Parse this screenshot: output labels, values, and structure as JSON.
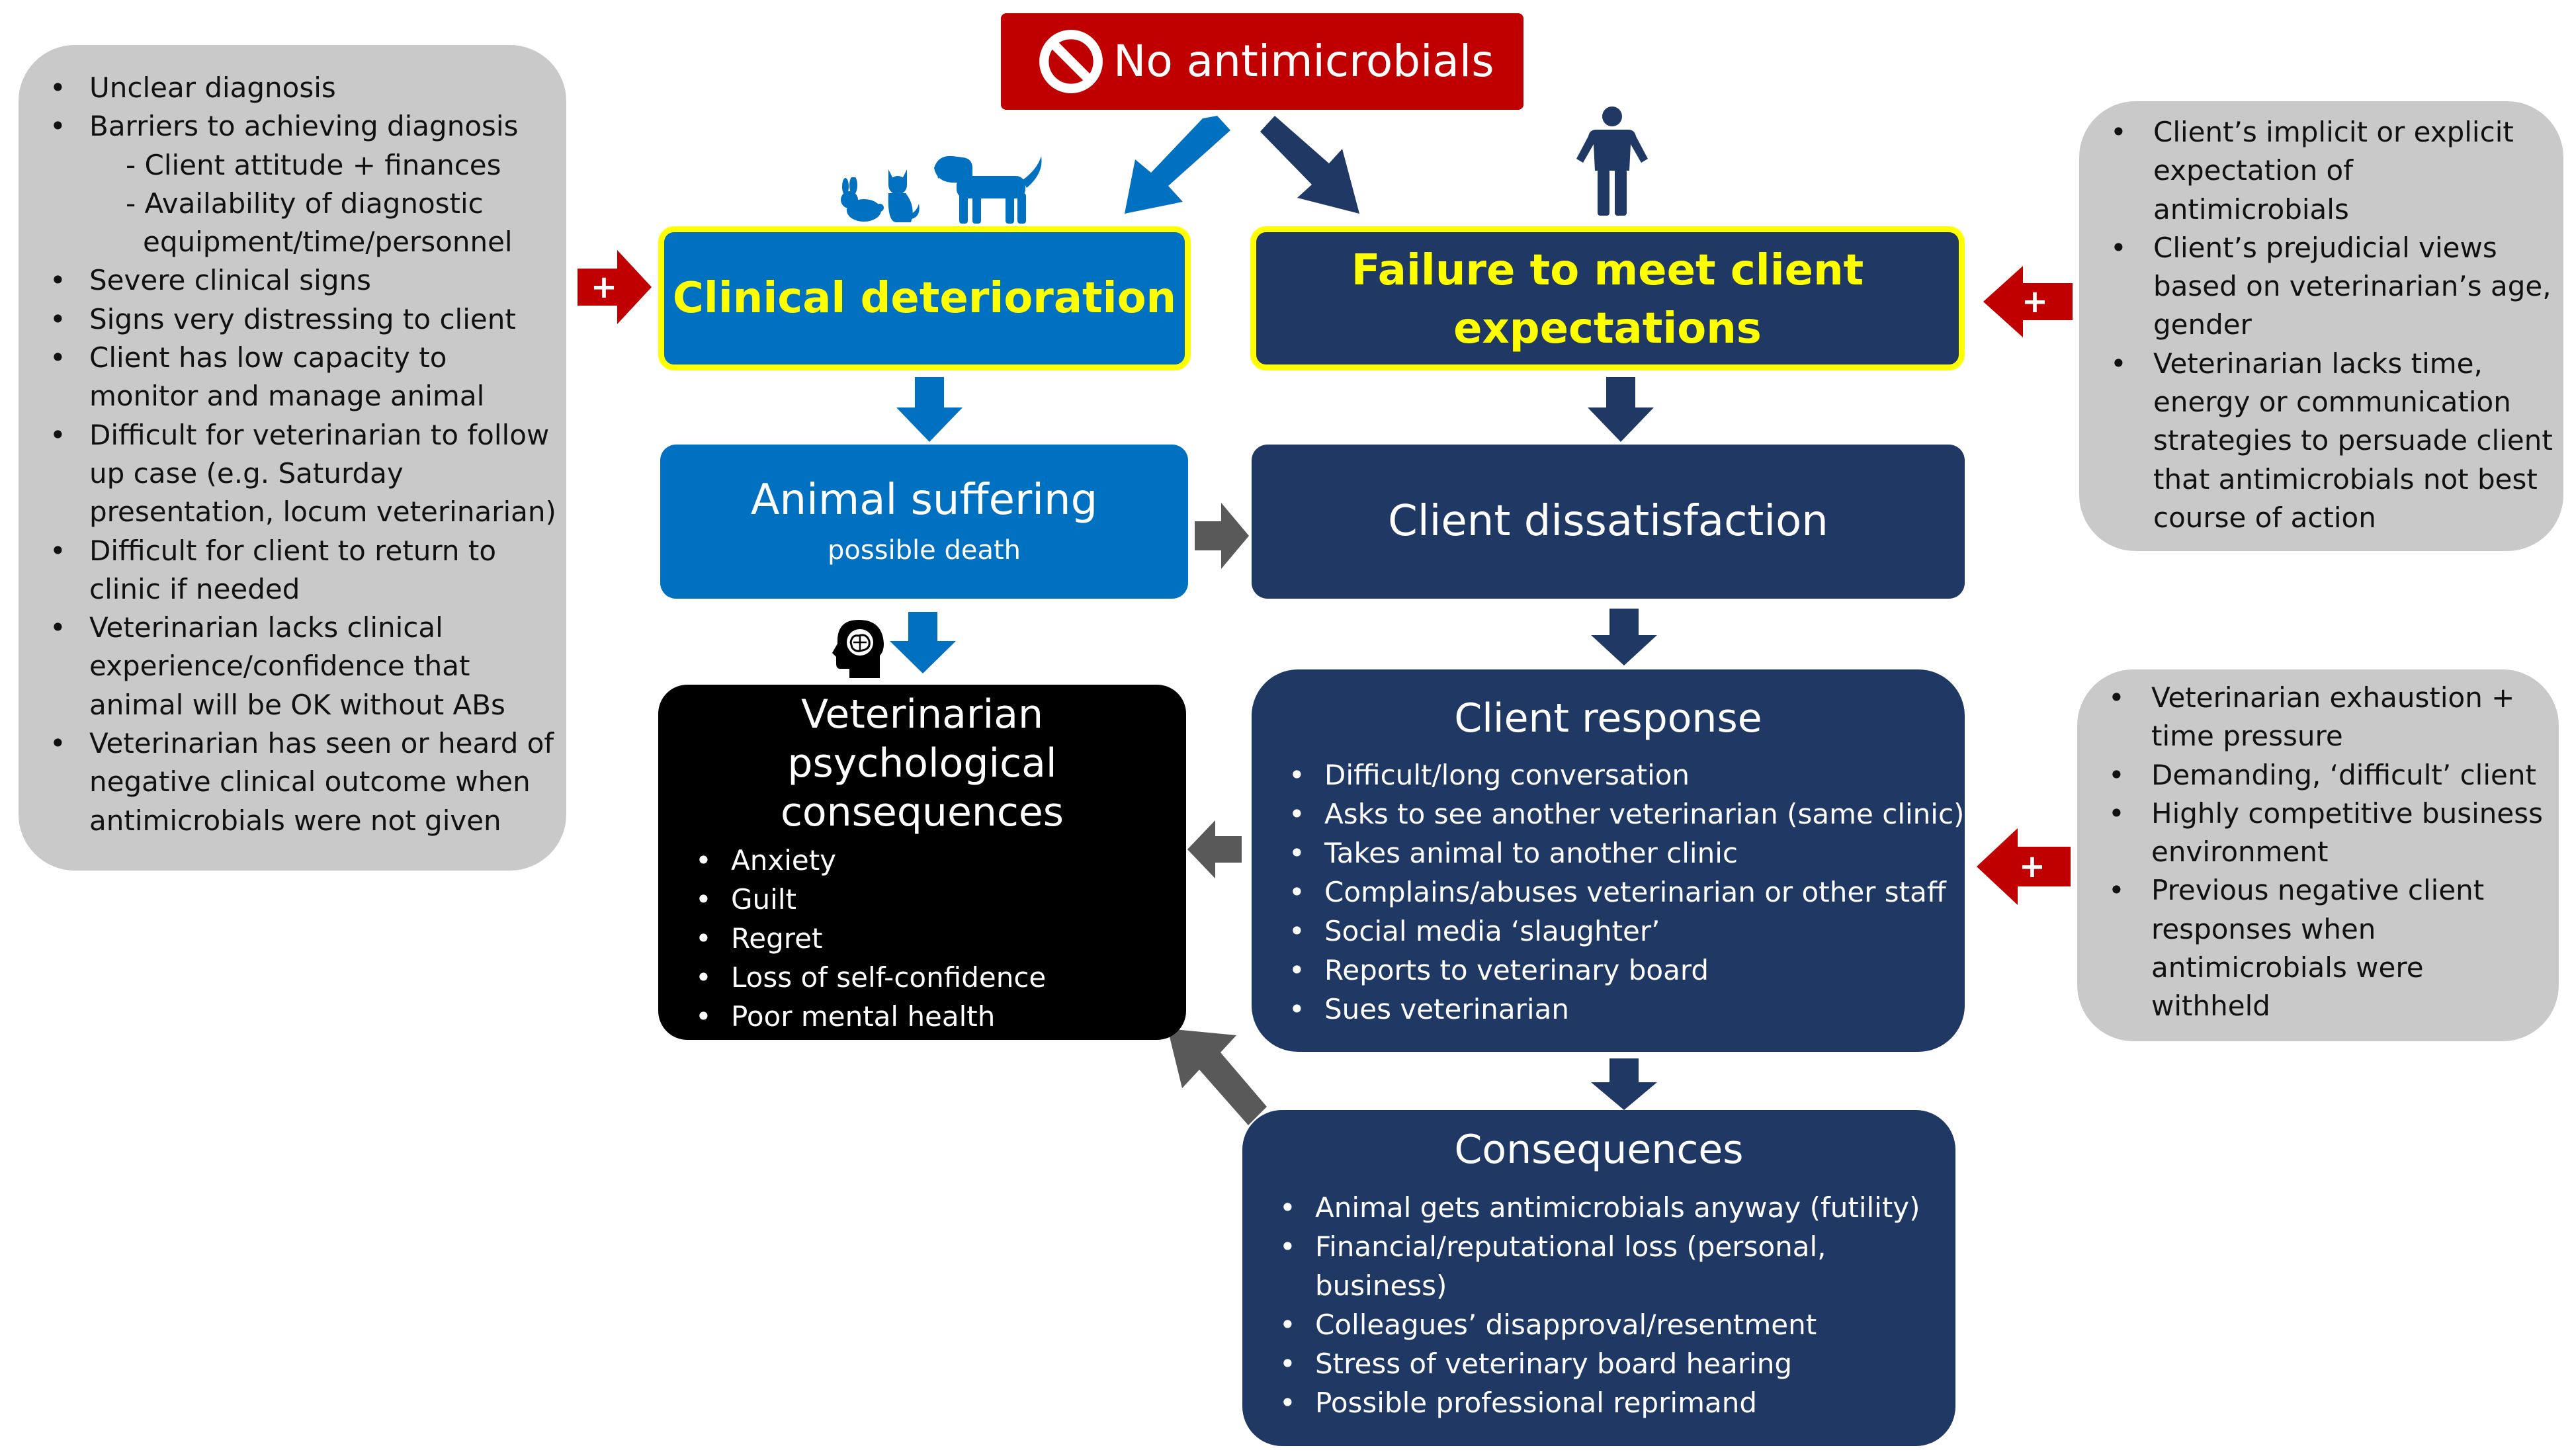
{
  "top": {
    "label": "No antimicrobials"
  },
  "clinical_deterioration": {
    "title": "Clinical deterioration"
  },
  "failure_client_expectations": {
    "title_line1": "Failure to meet client",
    "title_line2": "expectations"
  },
  "animal_suffering": {
    "title": "Animal suffering",
    "subtitle": "possible death"
  },
  "client_dissatisfaction": {
    "title": "Client dissatisfaction"
  },
  "vet_psych": {
    "title_line1": "Veterinarian",
    "title_line2": "psychological",
    "title_line3": "consequences",
    "items": [
      "Anxiety",
      "Guilt",
      "Regret",
      "Loss of self-confidence",
      "Poor mental health"
    ]
  },
  "client_response": {
    "title": "Client response",
    "items": [
      "Difficult/long conversation",
      "Asks to see another  veterinarian (same clinic)",
      "Takes animal to another clinic",
      "Complains/abuses veterinarian or other staff",
      "Social media ‘slaughter’",
      "Reports to veterinary board",
      "Sues veterinarian"
    ]
  },
  "consequences": {
    "title": "Consequences",
    "items": [
      [
        "Animal gets antimicrobials anyway (futility)"
      ],
      [
        "Financial/reputational loss (personal,",
        "business)"
      ],
      [
        "Colleagues’ disapproval/resentment"
      ],
      [
        "Stress of veterinary board hearing"
      ],
      [
        "Possible professional reprimand"
      ]
    ]
  },
  "left_factors": {
    "lines": [
      "Unclear diagnosis",
      "Barriers to  achieving diagnosis",
      "- Client attitude + finances",
      "- Availability of diagnostic",
      "equipment/time/personnel",
      "Severe clinical signs",
      "Signs very distressing to client",
      "Client has low capacity to",
      "monitor  and manage animal",
      "Difficult for veterinarian to follow",
      "up case (e.g. Saturday",
      "presentation, locum veterinarian)",
      "Difficult for client to return  to",
      "clinic if needed",
      "Veterinarian lacks clinical",
      "experience/confidence that",
      "animal will be OK without  ABs",
      "Veterinarian has seen or heard of",
      "negative clinical outcome when",
      "antimicrobials were not given"
    ]
  },
  "right_top_factors": {
    "lines": [
      "Client’s implicit or explicit",
      "expectation of",
      "antimicrobials",
      "Client’s prejudicial views",
      "based on veterinarian’s age,",
      "gender",
      "Veterinarian lacks time,",
      "energy or communication",
      "strategies to persuade client",
      "that antimicrobials not best",
      "course of action"
    ]
  },
  "right_bottom_factors": {
    "lines": [
      "Veterinarian exhaustion +",
      "time pressure",
      "Demanding, ‘difficult’ client",
      "Highly competitive business",
      "environment",
      "Previous negative client",
      "responses when",
      "antimicrobials were",
      "withheld"
    ]
  },
  "plus_symbol": "+",
  "colors": {
    "navy": "#1f3864",
    "blue": "#0070c0",
    "red": "#c00000",
    "yellow_text": "#ffff00",
    "grey_box": "#c9c9c9",
    "grey_arrow": "#595959",
    "black_box": "#000000"
  },
  "icons": [
    "no-symbol-icon",
    "cat-icon",
    "rabbit-icon",
    "dog-icon",
    "person-icon",
    "brain-head-icon"
  ]
}
